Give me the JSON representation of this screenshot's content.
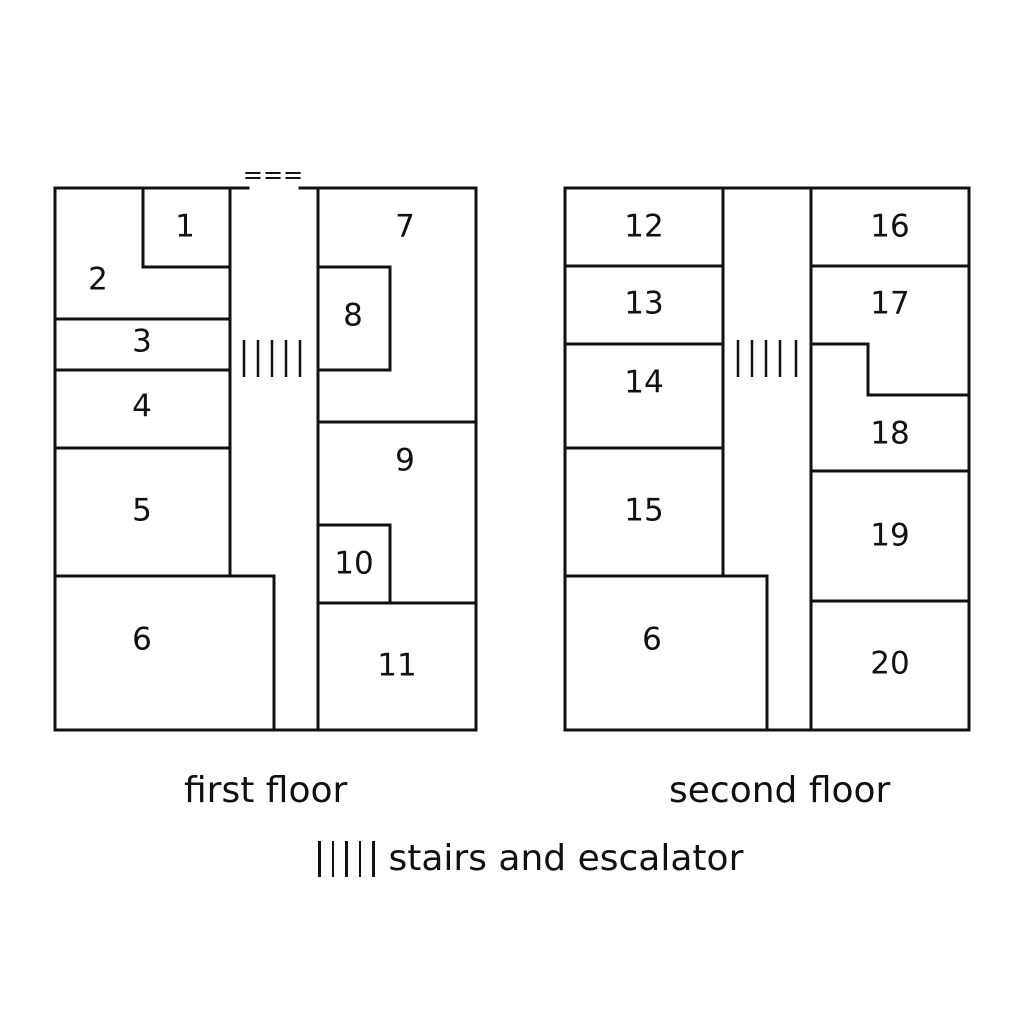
{
  "floors": [
    {
      "title": "first floor",
      "entrance": "===",
      "rooms": [
        {
          "label": "1"
        },
        {
          "label": "2"
        },
        {
          "label": "3"
        },
        {
          "label": "4"
        },
        {
          "label": "5"
        },
        {
          "label": "6"
        },
        {
          "label": "7"
        },
        {
          "label": "8"
        },
        {
          "label": "9"
        },
        {
          "label": "10"
        },
        {
          "label": "11"
        }
      ]
    },
    {
      "title": "second floor",
      "rooms": [
        {
          "label": "12"
        },
        {
          "label": "13"
        },
        {
          "label": "14"
        },
        {
          "label": "15"
        },
        {
          "label": "6"
        },
        {
          "label": "16"
        },
        {
          "label": "17"
        },
        {
          "label": "18"
        },
        {
          "label": "19"
        },
        {
          "label": "20"
        }
      ]
    }
  ],
  "legend": {
    "label": "stairs and escalator",
    "symbol": "stairs-symbol"
  }
}
